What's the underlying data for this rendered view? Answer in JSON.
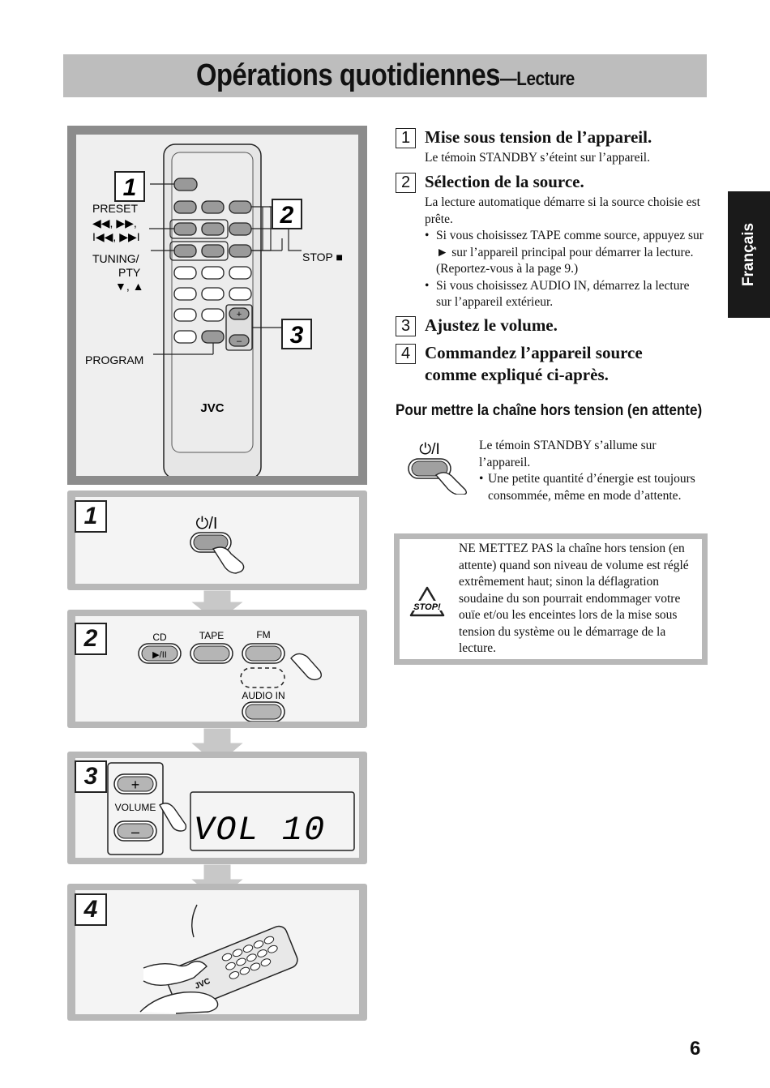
{
  "header": {
    "title": "Opérations quotidiennes",
    "subtitle": "—Lecture"
  },
  "side_tab": {
    "language": "Français"
  },
  "remote_illustration": {
    "callouts": [
      "1",
      "2",
      "3"
    ],
    "labels": {
      "preset": "PRESET",
      "skip": "◀◀, ▶▶,",
      "prev_next": "I◀◀, ▶▶I",
      "tuning": "TUNING/",
      "pty": "PTY",
      "tuning_arrows": "▼, ▲",
      "program": "PROGRAM",
      "stop": "STOP ■",
      "vol_plus": "+",
      "vol_minus": "–",
      "brand": "JVC"
    }
  },
  "step_panels": {
    "panel1": {
      "number": "1",
      "power_symbol": "⏻/I"
    },
    "panel2": {
      "number": "2",
      "cd_label": "CD",
      "cd_button": "▶/II",
      "tape_label": "TAPE",
      "fm_label": "FM",
      "audio_in_label": "AUDIO IN"
    },
    "panel3": {
      "number": "3",
      "plus": "+",
      "minus": "–",
      "volume_label": "VOLUME",
      "display_text": "VOL   10"
    },
    "panel4": {
      "number": "4",
      "brand": "JVC"
    }
  },
  "steps": [
    {
      "number": "1",
      "title": "Mise sous tension de l’appareil.",
      "body": "Le témoin STANDBY s’éteint sur l’appareil."
    },
    {
      "number": "2",
      "title": "Sélection de la source.",
      "body": "La lecture automatique démarre si la source choisie est prête.",
      "bullets": [
        "Si vous choisissez TAPE comme source, appuyez sur ► sur l’appareil principal pour démarrer la lecture. (Reportez-vous à la page 9.)",
        "Si vous choisissez AUDIO IN, démarrez la lecture sur l’appareil extérieur."
      ]
    },
    {
      "number": "3",
      "title": "Ajustez le volume."
    },
    {
      "number": "4",
      "title_line1": "Commandez l’appareil source",
      "title_line2": "comme expliqué ci-après."
    }
  ],
  "standby": {
    "heading": "Pour mettre la chaîne hors tension (en attente)",
    "power_symbol": "⏻/I",
    "text": "Le témoin STANDBY s’allume sur l’appareil.",
    "bullet": "Une petite quantité d’énergie est toujours consommée, même en mode d’attente."
  },
  "warning": {
    "icon_text": "STOP!",
    "text": "NE METTEZ PAS la chaîne hors tension (en attente) quand son niveau de volume est réglé extrêmement haut; sinon la déflagration soudaine du son pourrait endommager votre ouïe et/ou les enceintes lors de la mise sous tension du système ou le démarrage de la lecture."
  },
  "page_number": "6",
  "colors": {
    "banner": "#bdbdbd",
    "panel_border": "#b8b8b8",
    "side_tab": "#1a1a1a"
  }
}
